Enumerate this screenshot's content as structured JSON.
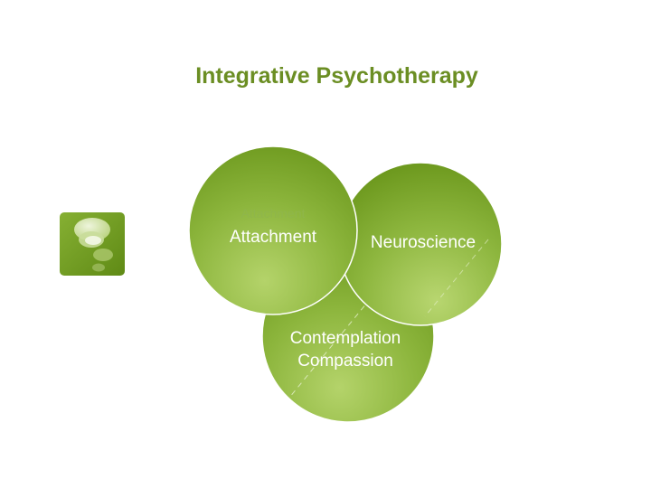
{
  "title": "Integrative Psychotherapy",
  "circles": {
    "attachment": "Attachment",
    "attachment_faint": "Attachment",
    "neuroscience": "Neuroscience",
    "contemplation_line1": "Contemplation",
    "contemplation_line2": "Compassion"
  },
  "icons": {
    "logo": "thought-bubble-icon"
  },
  "colors": {
    "title": "#6b8e23",
    "circle_light": "#a9ca5c",
    "circle_dark": "#6e9a1e",
    "label": "#ffffff"
  }
}
